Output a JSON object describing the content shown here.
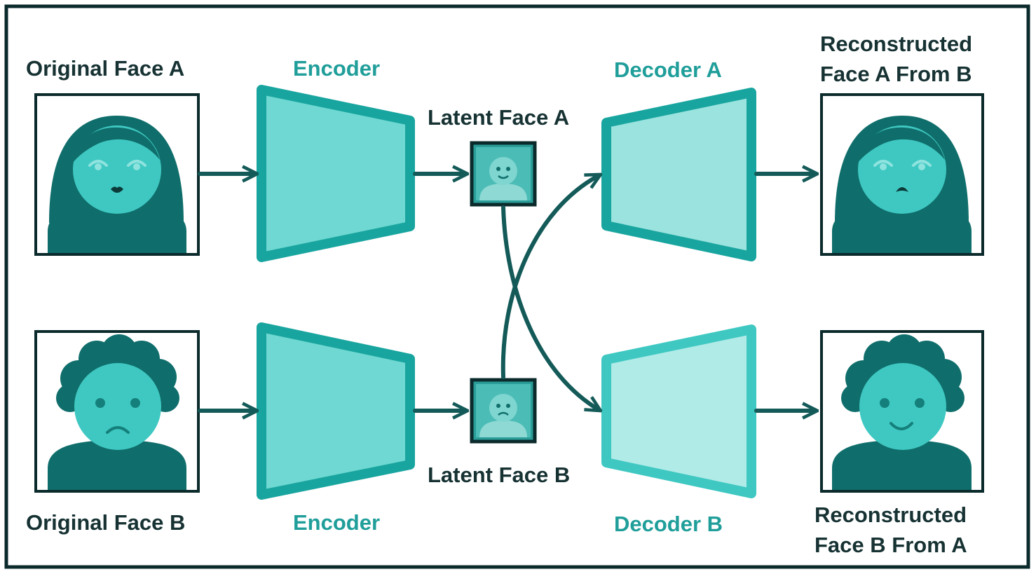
{
  "labels": {
    "original_a": "Original Face A",
    "original_b": "Original Face B",
    "encoder_top": "Encoder",
    "encoder_bottom": "Encoder",
    "latent_a": "Latent Face A",
    "latent_b": "Latent Face B",
    "decoder_a": "Decoder A",
    "decoder_b": "Decoder B",
    "recon_a_line1": "Reconstructed",
    "recon_a_line2": "Face A From B",
    "recon_b_line1": "Reconstructed",
    "recon_b_line2": "Face B From A"
  },
  "colors": {
    "frame": "#0b2a2b",
    "label_dark": "#173233",
    "label_teal": "#1f9e9a",
    "dark_teal": "#0f6e6b",
    "mid_teal": "#19a59f",
    "face_fill": "#3fc8c2",
    "encoder_fill": "#6fd8d2",
    "decoder_a_fill": "#9ae3de",
    "decoder_b_fill": "#b0ebe7",
    "arrow": "#135a58"
  }
}
